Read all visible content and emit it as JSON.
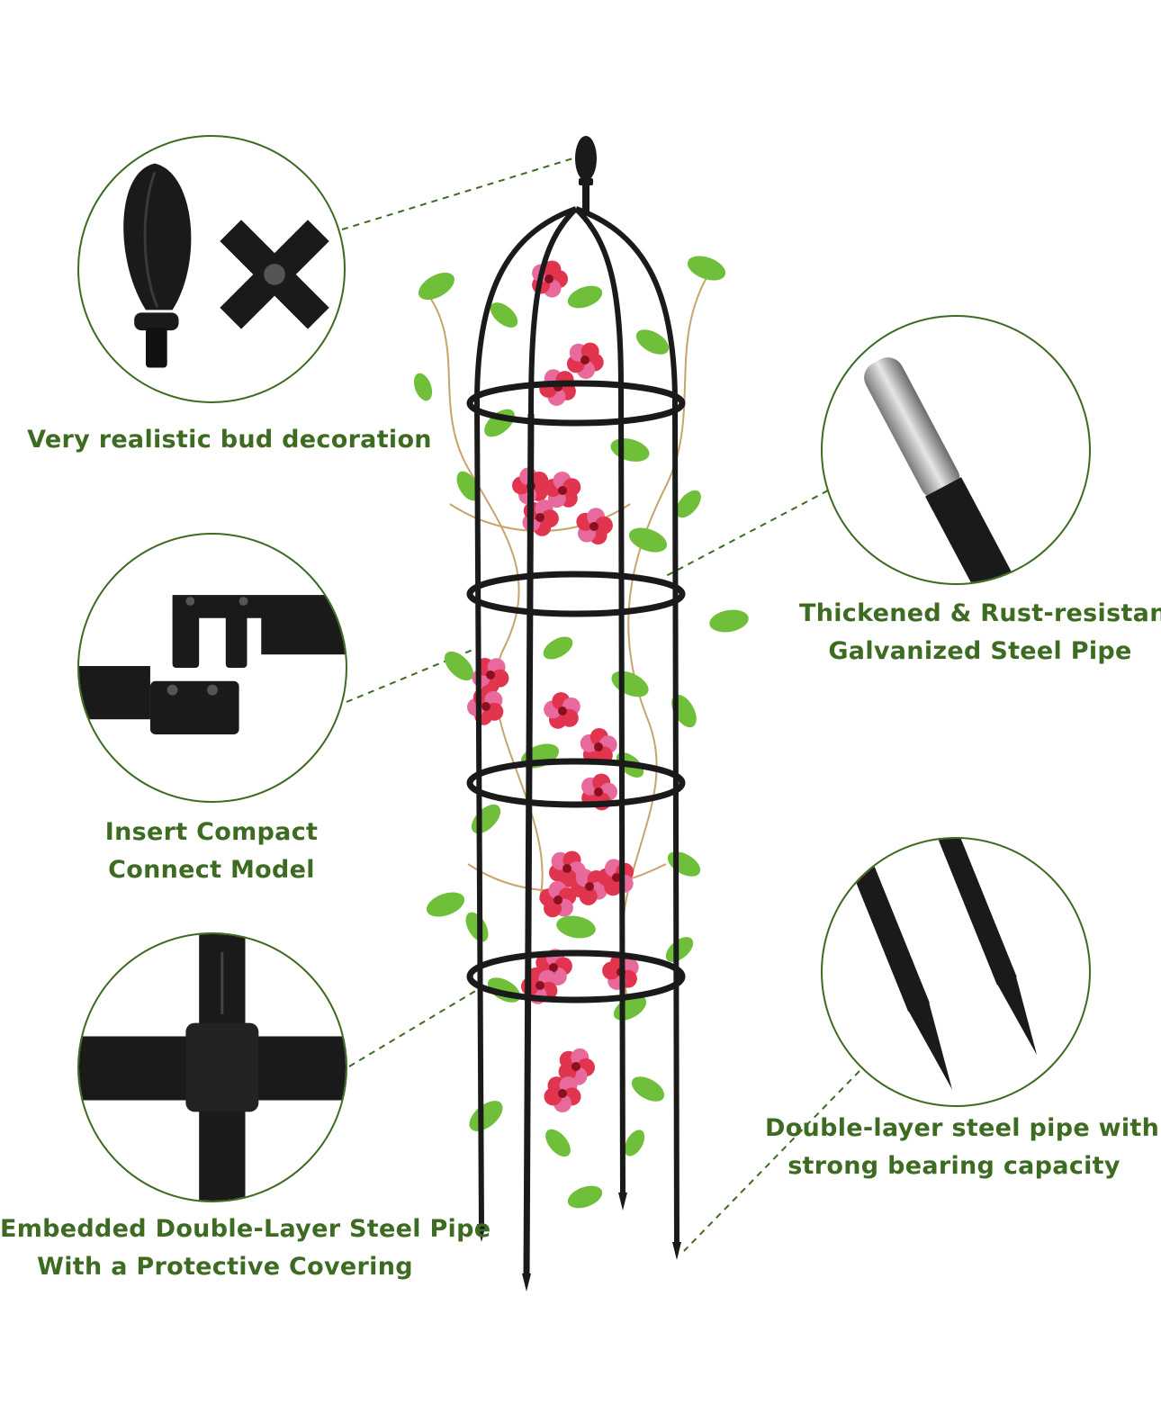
{
  "features": [
    {
      "lines": [
        "Very realistic bud decoration"
      ]
    },
    {
      "lines": [
        "Thickened & Rust-resistant",
        "Galvanized Steel Pipe"
      ]
    },
    {
      "lines": [
        "Insert Compact",
        "Connect Model"
      ]
    },
    {
      "lines": [
        "Double-layer steel pipe with",
        "strong bearing capacity"
      ]
    },
    {
      "lines": [
        "Embedded Double-Layer Steel Pipe",
        "With a Protective Covering"
      ]
    }
  ],
  "colors": {
    "caption_green": "#3d6b22",
    "frame_black": "#1a1a1a",
    "leaf_green": "#6fbf3a",
    "flower_red": "#e0344f",
    "flower_pink": "#e86a9c"
  },
  "icons": [
    "bud-finial-icon",
    "cross-connector-icon",
    "steel-pipe-icon",
    "insert-connector-icon",
    "ground-stake-icon",
    "pipe-joint-icon"
  ]
}
